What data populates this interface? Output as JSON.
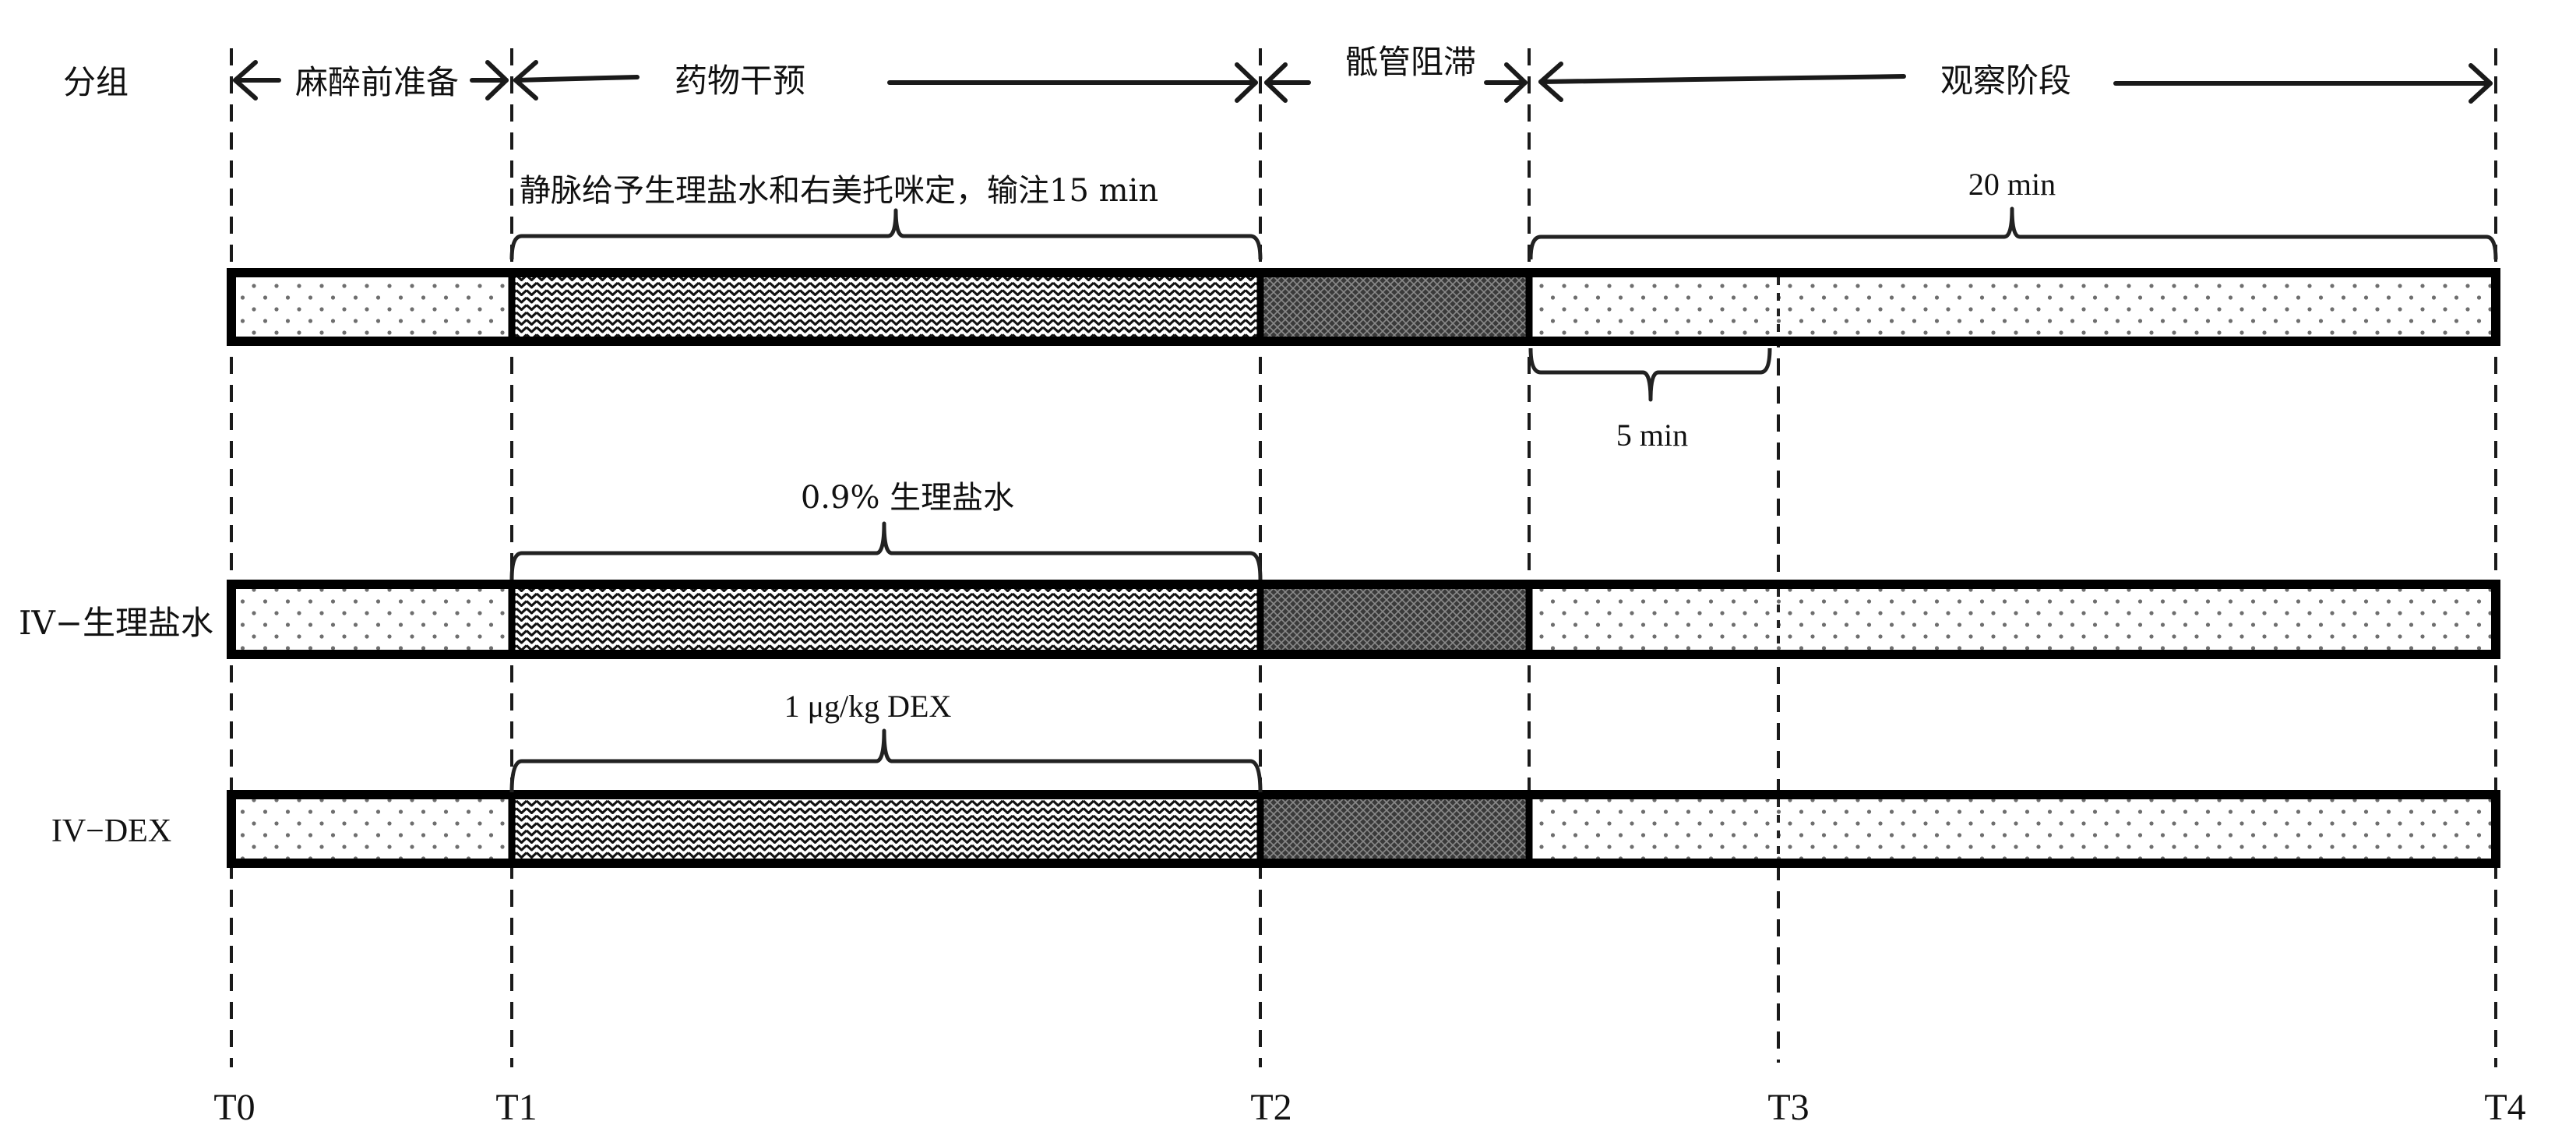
{
  "header": {
    "group_label": "分组",
    "phases": [
      {
        "id": "pre_anesthesia",
        "label": "麻醉前准备"
      },
      {
        "id": "drug_intervention",
        "label": "药物干预"
      },
      {
        "id": "caudal_block",
        "label": "骶管阻滞"
      },
      {
        "id": "observation",
        "label": "观察阶段"
      }
    ]
  },
  "annotations": {
    "row1_infusion": "静脉给予生理盐水和右美托咪定，输注15 min",
    "observation_duration": "20 min",
    "first_interval": "5 min",
    "row2_drug": "0.9% 生理盐水",
    "row3_drug": "1 μg/kg DEX"
  },
  "rows": [
    {
      "label": ""
    },
    {
      "label": "IV−生理盐水"
    },
    {
      "label": "IV−DEX"
    }
  ],
  "time_points": [
    "T0",
    "T1",
    "T2",
    "T3",
    "T4"
  ],
  "segment_fills": {
    "pre_anesthesia": "dots",
    "drug_intervention": "zigzag",
    "caudal_block": "dark-crosshatch",
    "observation": "dots"
  },
  "colors": {
    "ink": "#000000",
    "dot": "#6e6e6e",
    "block_dark": "#3a3a3a",
    "block_mesh": "#8a8a8a",
    "background": "#ffffff"
  }
}
